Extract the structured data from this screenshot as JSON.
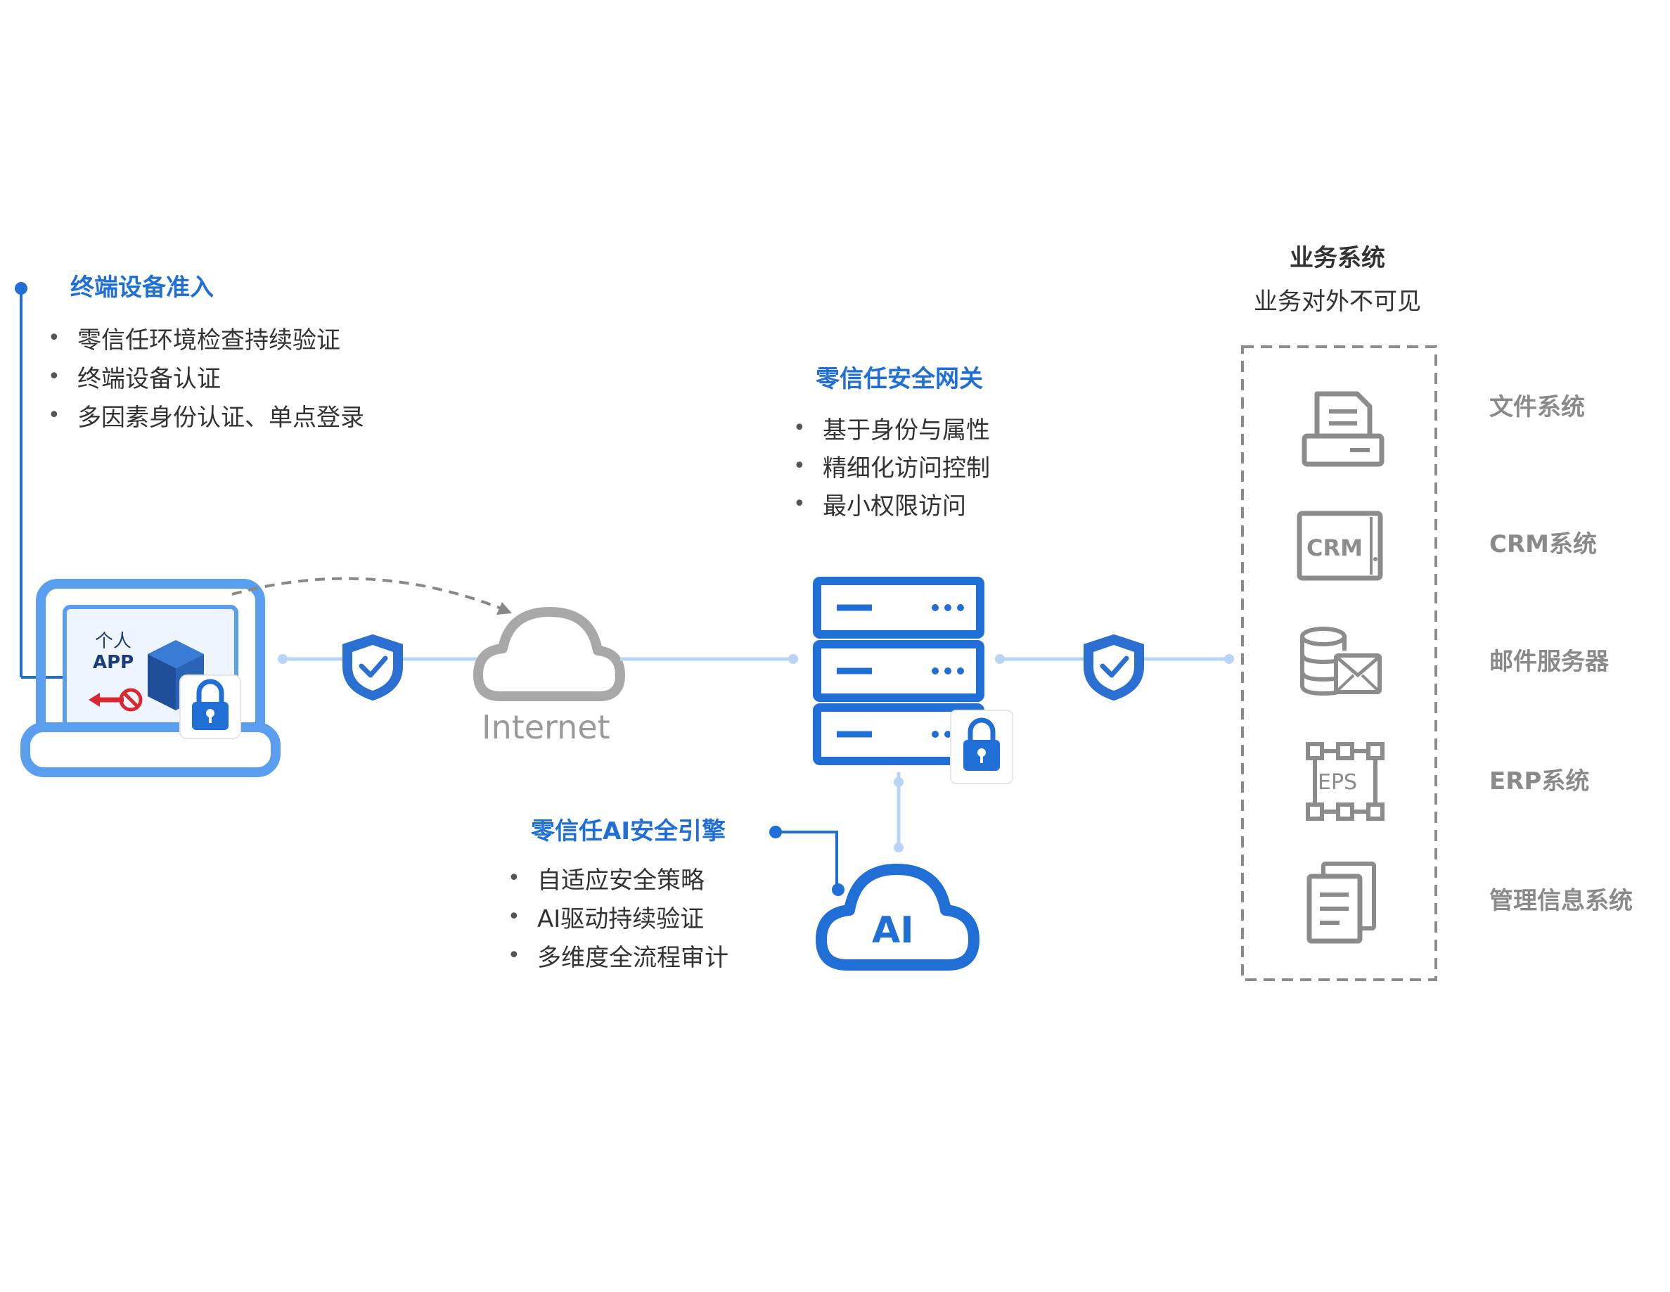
{
  "endpoint": {
    "title": "终端设备准入",
    "bullets": [
      "零信任环境检查持续验证",
      "终端设备认证",
      "多因素身份认证、单点登录"
    ],
    "laptop": {
      "app_line1": "个人",
      "app_line2": "APP"
    }
  },
  "internet": {
    "label": "Internet"
  },
  "gateway": {
    "title": "零信任安全网关",
    "bullets": [
      "基于身份与属性",
      "精细化访问控制",
      "最小权限访问"
    ]
  },
  "ai_engine": {
    "title": "零信任AI安全引擎",
    "bullets": [
      "自适应安全策略",
      "AI驱动持续验证",
      "多维度全流程审计"
    ],
    "cloud_label": "AI"
  },
  "business": {
    "title": "业务系统",
    "subtitle": "业务对外不可见",
    "systems": [
      {
        "label": "文件系统",
        "icon": "printer-icon"
      },
      {
        "label": "CRM系统",
        "icon": "crm-icon",
        "icon_text": "CRM"
      },
      {
        "label": "邮件服务器",
        "icon": "mail-server-icon"
      },
      {
        "label": "ERP系统",
        "icon": "eps-icon",
        "icon_text": "EPS"
      },
      {
        "label": "管理信息系统",
        "icon": "documents-icon"
      }
    ]
  },
  "colors": {
    "brand_blue": "#1f6fd6",
    "light_blue": "#5a9ef0",
    "connector_blue": "#b9d5f6",
    "gray_icon": "#8c8c8c",
    "cloud_gray": "#a8a8a8",
    "red_block": "#d9282f"
  }
}
